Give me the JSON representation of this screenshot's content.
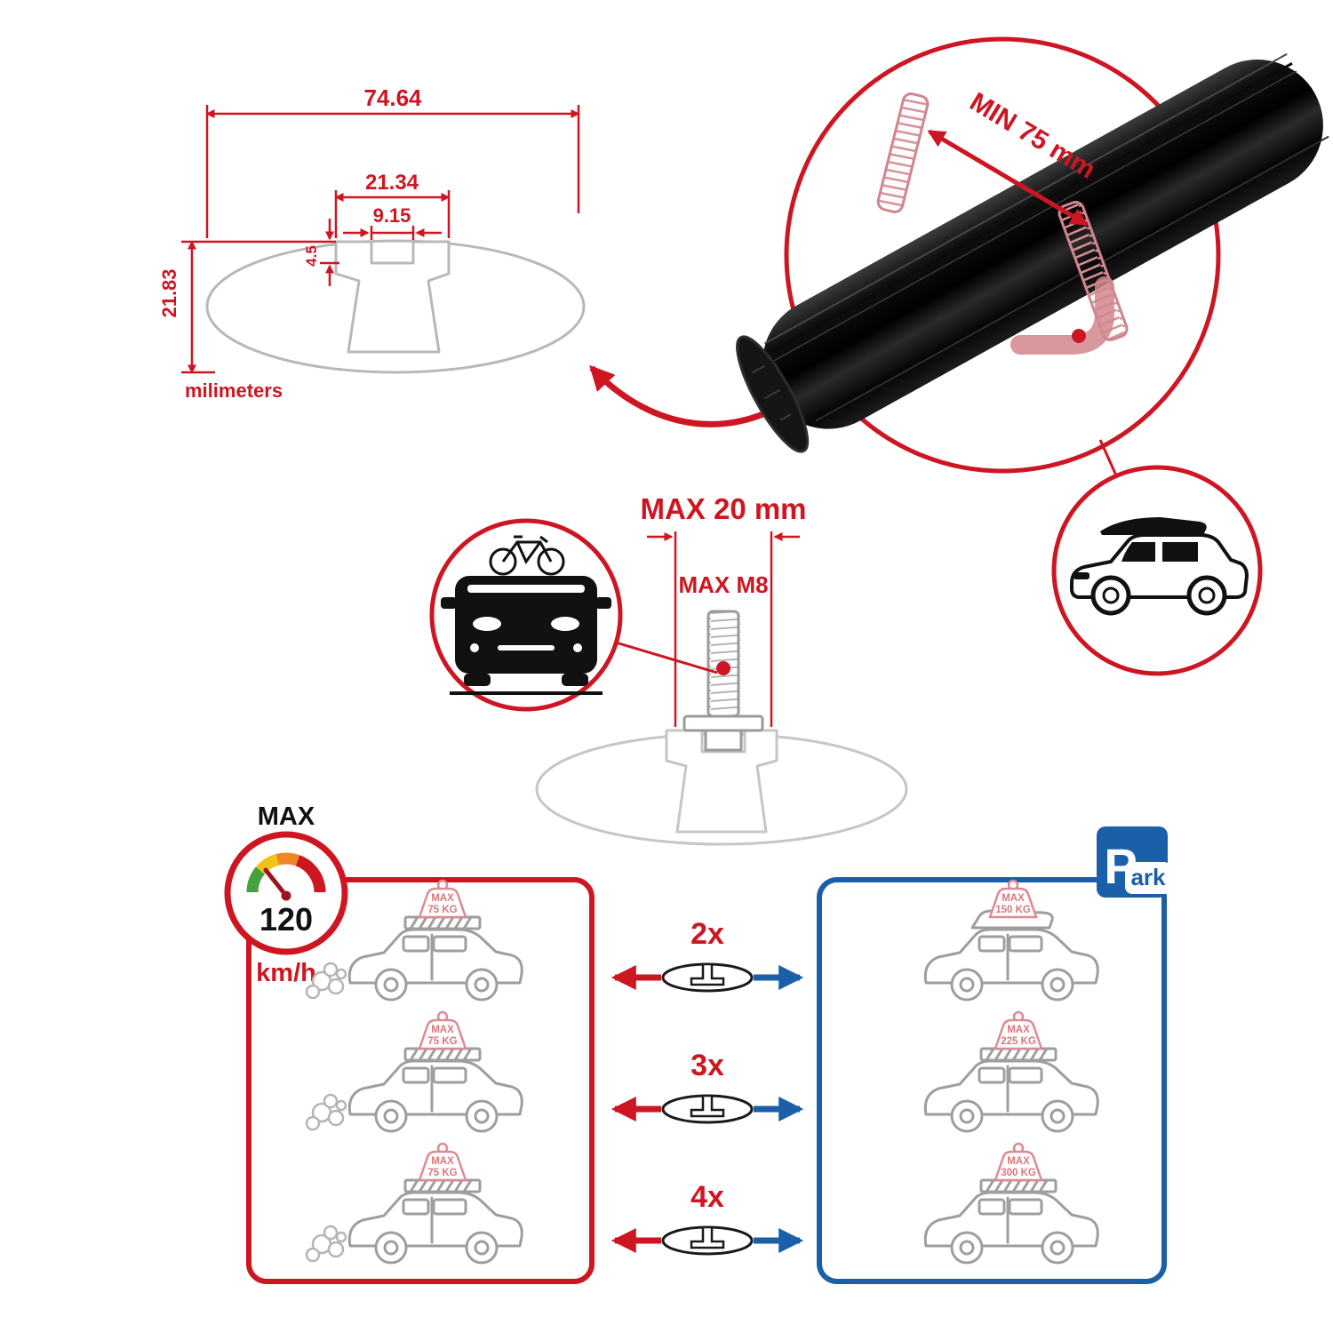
{
  "colors": {
    "accent_red": "#cd1622",
    "accent_blue": "#1a5fa8",
    "ghost_pink": "#dd8a92",
    "line_gray": "#b8b8b8",
    "bar_black": "#0a0a0a"
  },
  "profile": {
    "width_total": "74.64",
    "slot_outer": "21.34",
    "slot_inner": "9.15",
    "lip_depth": "4.5",
    "height_total": "21.83",
    "units_label": "milimeters"
  },
  "bar": {
    "min_span_label": "MIN 75 mm"
  },
  "bolt": {
    "max_width_label": "MAX 20 mm",
    "max_thread_label": "MAX M8"
  },
  "speed_limit": {
    "title": "MAX",
    "value": "120",
    "units": "km/h"
  },
  "parking_sign": {
    "p": "P",
    "ark": "ark"
  },
  "quantity_rows": [
    {
      "label": "2x"
    },
    {
      "label": "3x"
    },
    {
      "label": "4x"
    }
  ],
  "driving_panel": {
    "cars": [
      {
        "load_max": "MAX",
        "load_weight": "75 KG"
      },
      {
        "load_max": "MAX",
        "load_weight": "75 KG"
      },
      {
        "load_max": "MAX",
        "load_weight": "75 KG"
      }
    ]
  },
  "parking_panel": {
    "cars": [
      {
        "load_max": "MAX",
        "load_weight": "150 KG"
      },
      {
        "load_max": "MAX",
        "load_weight": "225 KG"
      },
      {
        "load_max": "MAX",
        "load_weight": "300 KG"
      }
    ]
  }
}
